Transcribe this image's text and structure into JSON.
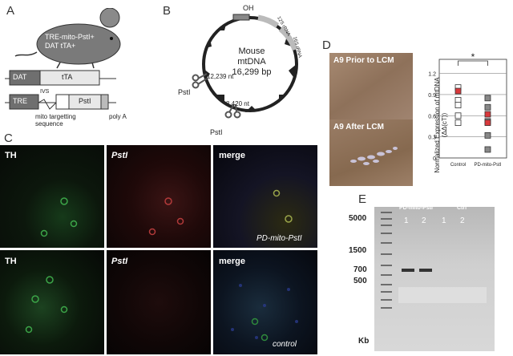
{
  "panelA": {
    "label": "A",
    "mouse_line1": "TRE-mito-PstI+",
    "mouse_line2": "DAT tTA+",
    "box_dat": "DAT",
    "box_tta": "tTA",
    "box_tre": "TRE",
    "ivs": "IVS",
    "box_psti": "PstI",
    "mito_seq_line1": "mito targetting",
    "mito_seq_line2": "sequence",
    "polya": "poly A"
  },
  "panelB": {
    "label": "B",
    "oh": "OH",
    "rrna12": "12S rRNA",
    "rrna16": "16S rRNA",
    "title1": "Mouse mtDNA",
    "title2": "16,299 bp",
    "site1_nt": "12,239 nt",
    "site2_nt": "8,420 nt",
    "psti1": "PstI",
    "psti2": "PstI"
  },
  "panelC": {
    "label": "C",
    "row1": [
      "TH",
      "PstI",
      "merge"
    ],
    "row2": [
      "TH",
      "PstI",
      "merge"
    ],
    "row1_caption": "PD-mito-PstI",
    "row2_caption": "control"
  },
  "panelD": {
    "label": "D",
    "img1_title": "A9 Prior to LCM",
    "img2_title": "A9 After LCM",
    "significance": "*"
  },
  "panelE": {
    "label": "E",
    "group1": "PD-mito-PstI",
    "group2": "Ctrl",
    "lanes": [
      "1",
      "2",
      "1",
      "2"
    ],
    "ladder_labels": [
      "5000",
      "1500",
      "700",
      "500"
    ],
    "unit": "Kb"
  },
  "chart_data": {
    "type": "scatter",
    "categories": [
      "Control",
      "PD-mito-PstI"
    ],
    "ylabel": "Normalized Expression of mtDNA (ΔΔ(cT))",
    "ylim": [
      0,
      1.4
    ],
    "yticks": [
      "0",
      "0.3",
      "0.6",
      "0.9",
      "1.2"
    ],
    "series": [
      {
        "values": [
          1.0,
          0.95,
          0.82,
          0.75,
          0.6,
          0.5
        ]
      },
      {
        "values": [
          0.85,
          0.72,
          0.62,
          0.52,
          0.5,
          0.32,
          0.12
        ]
      }
    ],
    "significance": "*",
    "colors": {
      "control": "#ffffff",
      "pd": "#888888",
      "highlight": "#d9383b"
    }
  }
}
